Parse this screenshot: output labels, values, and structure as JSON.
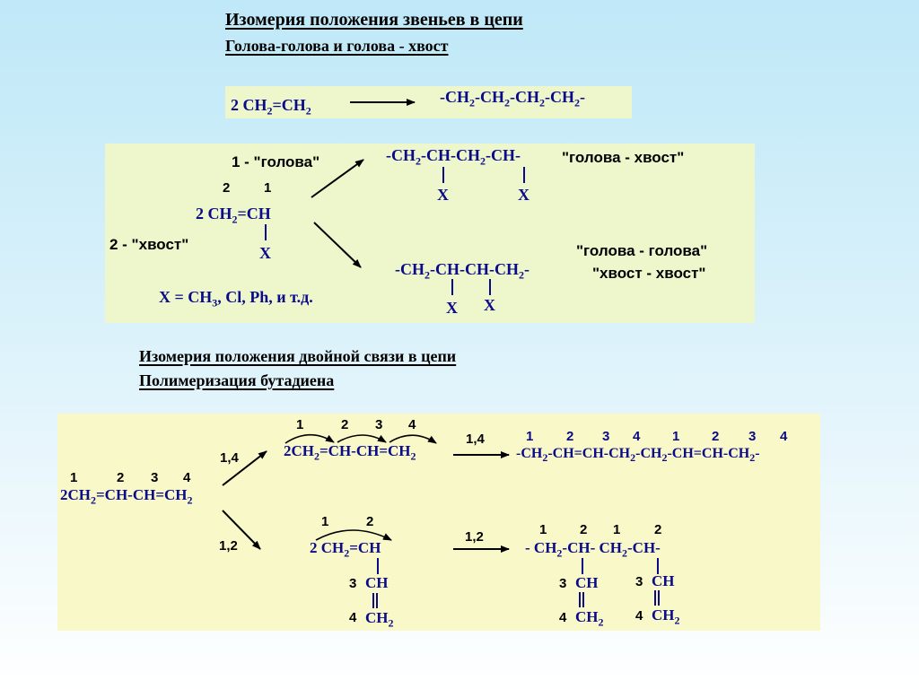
{
  "section1": {
    "title": "Изомерия положения звеньев в цепи",
    "subtitle": "Голова-голова и голова - хвост"
  },
  "reaction1": {
    "reactant": "2 CH2=CH2",
    "product": "-CH2-CH2-CH2-CH2-"
  },
  "panel2": {
    "head_label": "1 - \"голова\"",
    "tail_label": "2 - \"хвост\"",
    "num_2": "2",
    "num_1": "1",
    "monomer": "2 CH2=CH",
    "x": "X",
    "x_def": "X = CH3, Cl, Ph, и т.д.",
    "product_ht": "-CH2-CH-CH2-CH-",
    "label_ht": "\"голова - хвост\"",
    "product_hh": "-CH2-CH-CH-CH2-",
    "label_hh": "\"голова - голова\"",
    "label_tt": "\"хвост - хвост\""
  },
  "section2": {
    "title": "Изомерия положения двойной связи в цепи",
    "subtitle": "Полимеризация бутадиена"
  },
  "panel3": {
    "nums": [
      "1",
      "2",
      "3",
      "4"
    ],
    "butadiene": "2CH2=CH-CH=CH2",
    "label_14": "1,4",
    "label_12": "1,2",
    "intermediate_14": "2CH2=CH-CH=CH2",
    "product_14": "-CH2-CH=CH-CH2-CH2-CH=CH-CH2-",
    "intermediate_12": "2 CH2=CH",
    "ch": "CH",
    "ch2": "CH2",
    "product_12": "- CH2-CH- CH2-CH-"
  }
}
